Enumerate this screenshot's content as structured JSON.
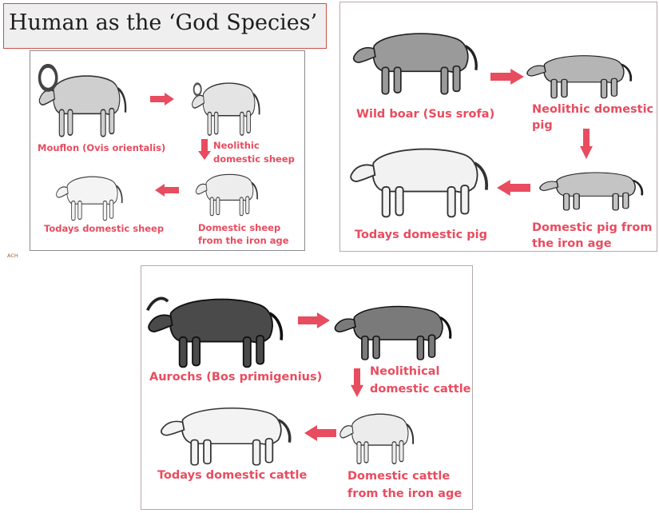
{
  "title": "Human as the ‘God Species’",
  "credit": "ACH",
  "colors": {
    "label": "#e84c5f",
    "arrow": "#e84c5f",
    "title_border": "#c9504a"
  },
  "sheep_panel": {
    "wild": "Mouflon (Ovis orientalis)",
    "neolithic_1": "Neolithic",
    "neolithic_2": "domestic sheep",
    "iron_1": "Domestic sheep",
    "iron_2": "from the iron age",
    "today": "Todays domestic sheep"
  },
  "pig_panel": {
    "wild": "Wild boar (Sus srofa)",
    "neolithic_1": "Neolithic domestic",
    "neolithic_2": "pig",
    "iron_1": "Domestic pig from",
    "iron_2": "the iron age",
    "today": "Todays domestic pig"
  },
  "cattle_panel": {
    "wild": "Aurochs (Bos primigenius)",
    "neolithic_1": "Neolithical",
    "neolithic_2": "domestic cattle",
    "iron_1": "Domestic cattle",
    "iron_2": "from the iron age",
    "today": "Todays domestic cattle"
  }
}
